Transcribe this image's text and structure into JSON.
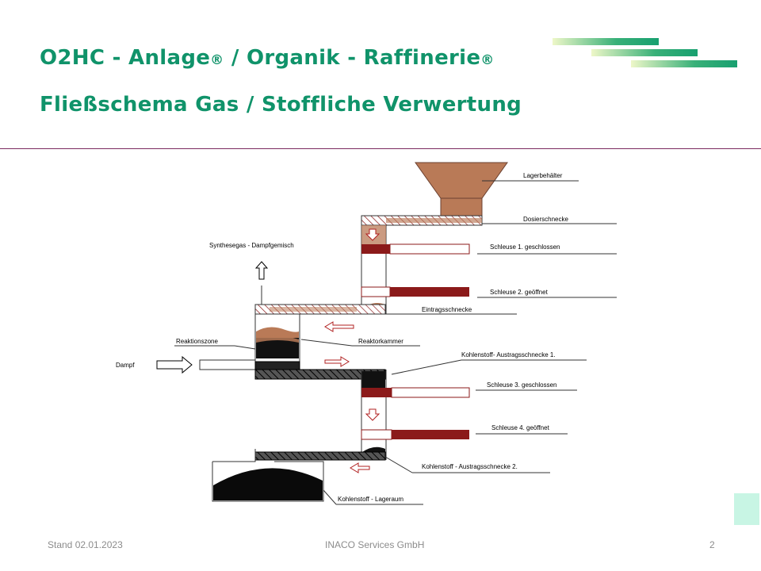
{
  "slide": {
    "title_line1": "O2HC - Anlage",
    "title_line1_mark": "®",
    "title_line1_sep": " / Organik - Raffinerie",
    "title_line1_mark2": "®",
    "title_line2": "Fließschema Gas / Stoffliche Verwertung"
  },
  "diagram": {
    "labels": {
      "lagerbehaelter": "Lagerbehälter",
      "dosierschnecke": "Dosierschnecke",
      "schleuse1": "Schleuse 1. geschlossen",
      "synthesegas": "Synthesegas - Dampfgemisch",
      "schleuse2": "Schleuse 2. geöffnet",
      "eintragsschnecke": "Eintragsschnecke",
      "reaktionszone": "Reaktionszone",
      "reaktorkammer": "Reaktorkammer",
      "kohlenstoff_austrag1": "Kohlenstoff- Austragsschnecke 1.",
      "dampf": "Dampf",
      "schleuse3": "Schleuse 3. geschlossen",
      "schleuse4": "Schleuse 4. geöffnet",
      "kohlenstoff_austrag2": "Kohlenstoff - Austragsschnecke 2.",
      "kohlenstoff_lager": "Kohlenstoff - Lageraum"
    },
    "colors": {
      "material_brown": "#b97a57",
      "valve_red": "#8b1a1a",
      "carbon_black": "#0a0a0a",
      "arrow_red": "#b02020"
    }
  },
  "footer": {
    "left": "Stand 02.01.2023",
    "center": "INACO Services GmbH",
    "page": "2"
  }
}
